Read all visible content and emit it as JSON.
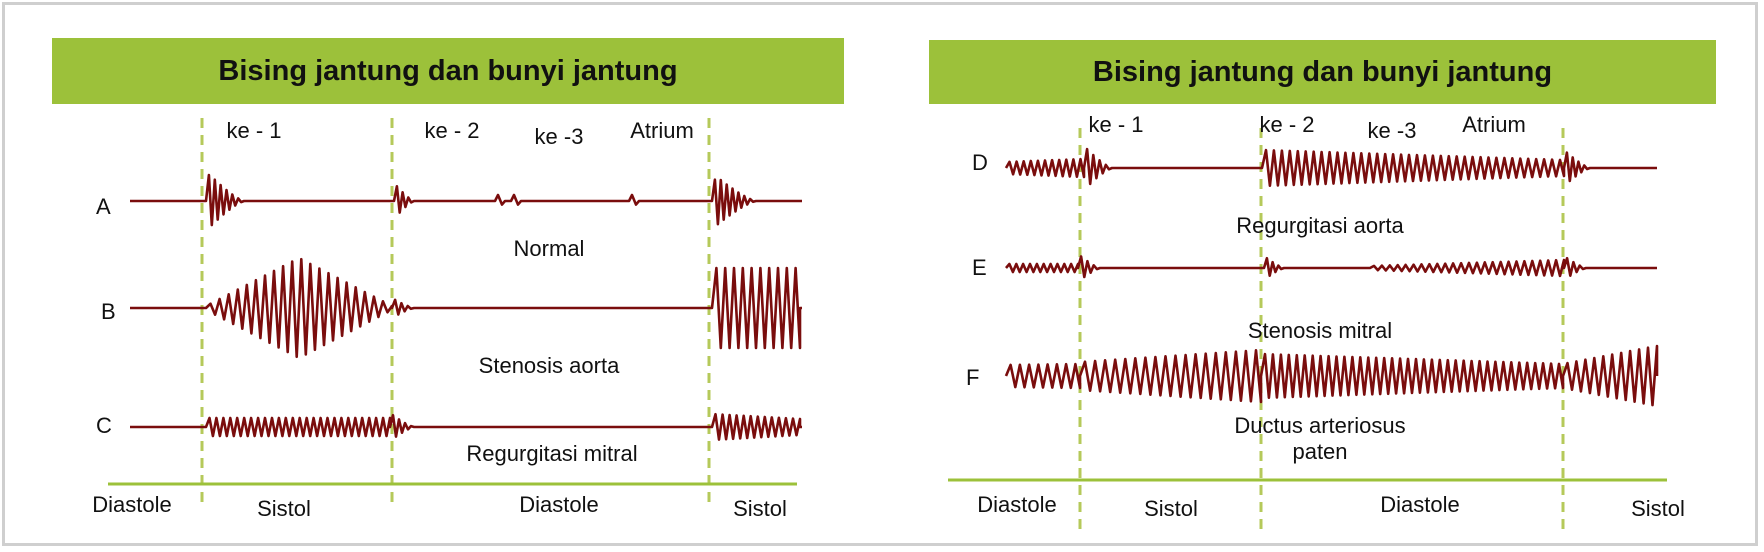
{
  "panels": [
    {
      "title": "Bising jantung dan bunyi jantung",
      "sound_labels": [
        "ke - 1",
        "ke - 2",
        "ke -3",
        "Atrium"
      ],
      "rows": [
        {
          "letter": "A",
          "name": "Normal"
        },
        {
          "letter": "B",
          "name": "Stenosis aorta"
        },
        {
          "letter": "C",
          "name": "Regurgitasi mitral"
        }
      ],
      "phases": [
        "Diastole",
        "Sistol",
        "Diastole",
        "Sistol"
      ]
    },
    {
      "title": "Bising jantung dan bunyi jantung",
      "sound_labels": [
        "ke - 1",
        "ke - 2",
        "ke -3",
        "Atrium"
      ],
      "rows": [
        {
          "letter": "D",
          "name": "Regurgitasi aorta"
        },
        {
          "letter": "E",
          "name": "Stenosis mitral"
        },
        {
          "letter": "F",
          "name": "Ductus arteriosus paten"
        }
      ],
      "phases": [
        "Diastole",
        "Sistol",
        "Diastole",
        "Sistol"
      ]
    }
  ],
  "colors": {
    "banner": "#9cc13a",
    "wave": "#7a0d0d",
    "divider": "#b5c95a",
    "baseline": "#9cc13a"
  }
}
